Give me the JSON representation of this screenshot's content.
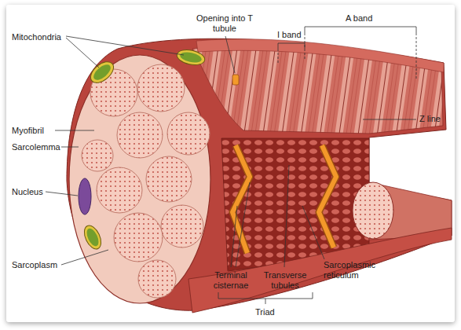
{
  "diagram": {
    "labels": [
      "Mitochondria",
      "Opening into T tubule",
      "I band",
      "A band",
      "Z line",
      "Myofibril",
      "Sarcolemma",
      "Nucleus",
      "Sarcoplasm",
      "Terminal cisternae",
      "Transverse tubules",
      "Sarcoplasmic reticulum",
      "Triad"
    ]
  }
}
